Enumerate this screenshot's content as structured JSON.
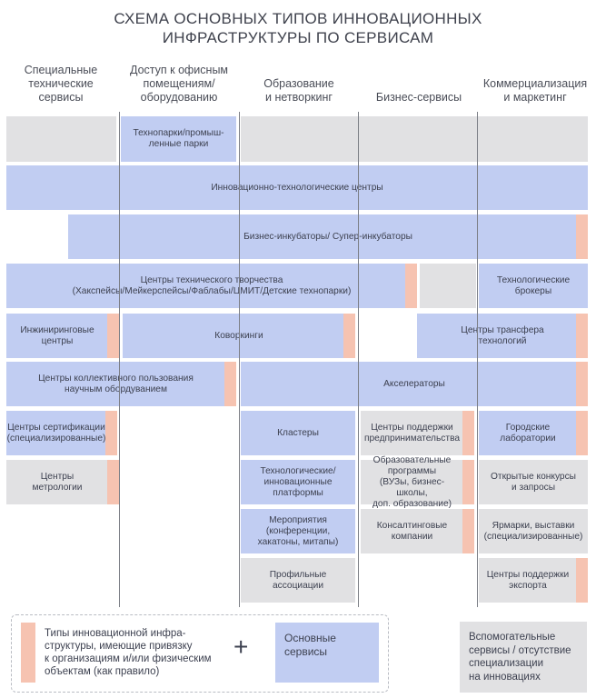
{
  "title": {
    "line1": "СХЕМА ОСНОВНЫХ ТИПОВ ИННОВАЦИОННЫХ",
    "line2": "ИНФРАСТРУКТУРЫ ПО СЕРВИСАМ"
  },
  "columns": [
    {
      "line1": "Специальные",
      "line2": "технические",
      "line3": "сервисы"
    },
    {
      "line1": "Доступ к офисным",
      "line2": "помещениям/",
      "line3": "оборудованию"
    },
    {
      "line1": "Образование",
      "line2": "и нетворкинг"
    },
    {
      "line1": "Бизнес-сервисы"
    },
    {
      "line1": "Коммерциализация",
      "line2": "и маркетинг"
    }
  ],
  "boxes": {
    "technoparks": {
      "l1": "Технопарки/промыш-",
      "l2": "ленные парки"
    },
    "itc": "Инновационно-технологические центры",
    "incubators": "Бизнес-инкубаторы/ Супер-инкубаторы",
    "tech_creativity": {
      "l1": "Центры технического творчества",
      "l2": "(Хакспейсы/Мейкерспейсы/Фаблабы/ЦМИТ/Детские технопарки)"
    },
    "tech_brokers": {
      "l1": "Технологические",
      "l2": "брокеры"
    },
    "engineering": {
      "l1": "Инжиниринговые",
      "l2": "центры"
    },
    "coworking": "Коворкинги",
    "transfer": {
      "l1": "Центры трансфера",
      "l2": "технологий"
    },
    "ckp": {
      "l1": "Центры коллективного пользования",
      "l2": "научным обордуванием"
    },
    "accelerators": "Акселераторы",
    "certification": {
      "l1": "Центры сертификации",
      "l2": "(специализированные)"
    },
    "clusters": "Кластеры",
    "entrepreneurship": {
      "l1": "Центры поддержки",
      "l2": "предпринимательства"
    },
    "city_labs": {
      "l1": "Городские",
      "l2": "лаборатории"
    },
    "metrology": {
      "l1": "Центры",
      "l2": "метрологии"
    },
    "tech_platforms": {
      "l1": "Технологические/",
      "l2": "инновационные",
      "l3": "платформы"
    },
    "edu_programs": {
      "l1": "Образовательные",
      "l2": "программы",
      "l3": "(ВУЗы, бизнес-школы,",
      "l4": "доп. образование)"
    },
    "contests": {
      "l1": "Открытые конкурсы",
      "l2": "и запросы"
    },
    "events": {
      "l1": "Мероприятия",
      "l2": "(конференции,",
      "l3": "хакатоны, митапы)"
    },
    "consulting": {
      "l1": "Консалтинговые",
      "l2": "компании"
    },
    "fairs": {
      "l1": "Ярмарки, выставки",
      "l2": "(специализированные)"
    },
    "prof_assoc": {
      "l1": "Профильные",
      "l2": "ассоциации"
    },
    "export": {
      "l1": "Центры поддержки",
      "l2": "экспорта"
    }
  },
  "legend": {
    "pink": {
      "l1": "Типы инновационной инфра-",
      "l2": "структуры, имеющие привязку",
      "l3": "к организациям и/или физическим",
      "l4": "объектам (как правило)"
    },
    "plus": "+",
    "blue": {
      "l1": "Основные",
      "l2": "сервисы"
    },
    "gray": {
      "l1": "Вспомогательные",
      "l2": "сервисы / отсутствие",
      "l3": "специализации",
      "l4": "на инновациях"
    }
  },
  "colors": {
    "main_service": "#c1cdf2",
    "auxiliary_service": "#e1e1e3",
    "physical_binding": "#f6c3b1"
  }
}
